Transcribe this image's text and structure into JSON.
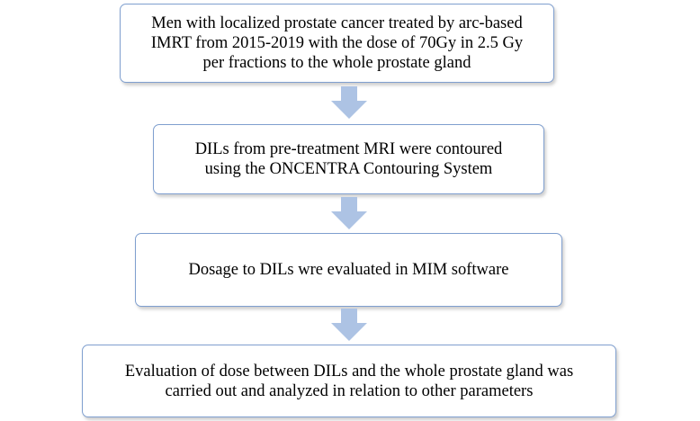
{
  "flowchart": {
    "steps": [
      {
        "lines": [
          "Men with localized prostate cancer treated by arc-based",
          "IMRT from 2015-2019 with the dose of 70Gy in 2.5 Gy",
          "per fractions to the whole prostate gland"
        ]
      },
      {
        "lines": [
          "DILs from pre-treatment MRI were contoured",
          "using the ONCENTRA Contouring System"
        ]
      },
      {
        "lines": [
          "Dosage to DILs wre evaluated in MIM software"
        ]
      },
      {
        "lines": [
          "Evaluation of dose between DILs and the whole prostate gland was",
          "carried out and analyzed in relation to other parameters"
        ]
      }
    ],
    "colors": {
      "box_border": "#7f9fcf",
      "arrow_fill": "#adc3e4"
    }
  }
}
